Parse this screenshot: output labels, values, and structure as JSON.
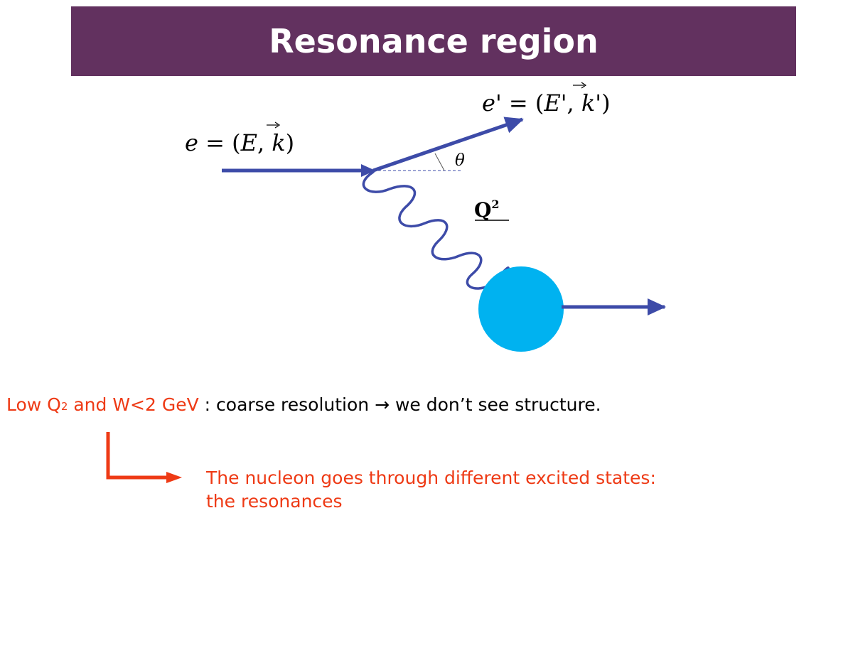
{
  "title": "Resonance region",
  "colors": {
    "title_background": "#62315f",
    "electron_lines": "#3d4ba8",
    "nucleon": "#00b2f0",
    "highlight_text": "#ee3a15"
  },
  "diagram": {
    "incoming_electron": {
      "lhs": "e",
      "E": "E",
      "k": "k"
    },
    "outgoing_electron": {
      "lhs": "e'",
      "E": "E'",
      "k": "k'"
    },
    "angle_label": "θ",
    "photon_label": {
      "base": "Q",
      "exp": "2"
    }
  },
  "statement": {
    "cond_prefix": "Low Q",
    "cond_exp": "2",
    "cond_suffix": " and W<2 GeV",
    "rest": " : coarse resolution → we don’t see structure."
  },
  "result": {
    "line1": "The nucleon goes through different excited states:",
    "line2": "the resonances"
  }
}
